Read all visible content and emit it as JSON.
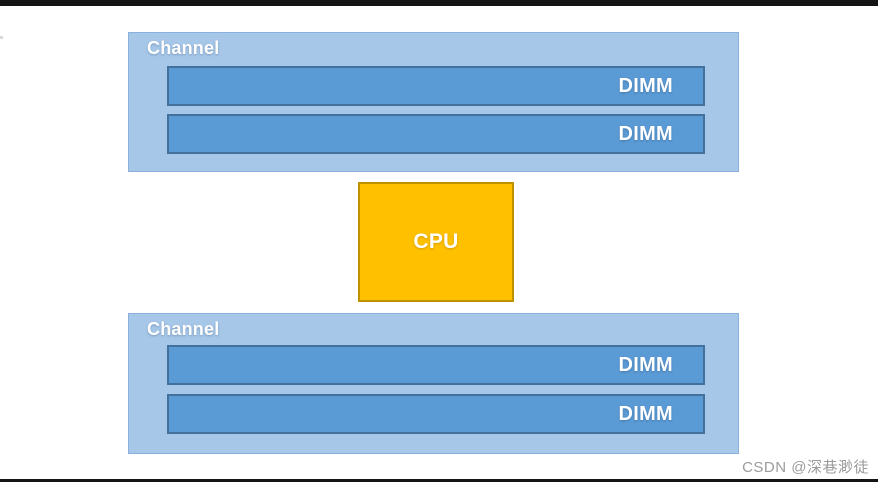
{
  "page": {
    "bar_color": "#141414",
    "background": "#ffffff"
  },
  "diagram": {
    "cpu_label": "CPU",
    "channels": [
      {
        "label": "Channel",
        "dimms": [
          "DIMM",
          "DIMM"
        ]
      },
      {
        "label": "Channel",
        "dimms": [
          "DIMM",
          "DIMM"
        ]
      }
    ],
    "colors": {
      "bar_color": "#141414",
      "channel_fill": "#a7c7e9",
      "channel_border": "#8ab0dc",
      "dimm_fill": "#5b9bd5",
      "dimm_border": "#41719c",
      "cpu_fill": "#ffc000",
      "cpu_border": "#bf9000",
      "label_text": "#ffffff",
      "watermark_color": "#9b9b9b"
    }
  },
  "watermark": {
    "text": "CSDN @深巷渺徒"
  }
}
